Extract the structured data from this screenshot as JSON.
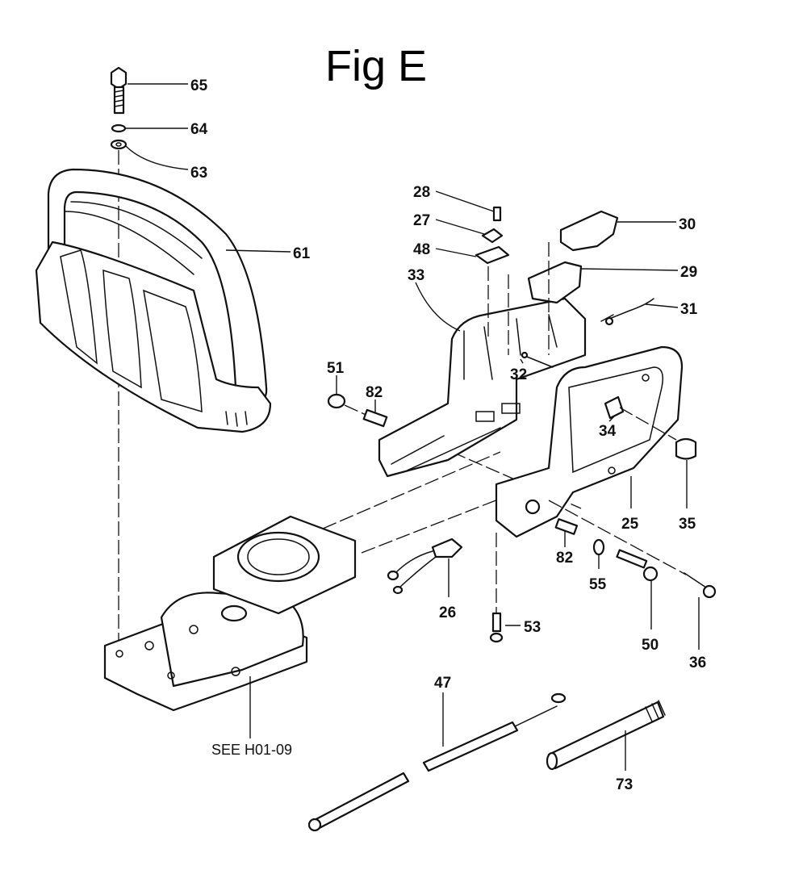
{
  "figure": {
    "title": "Fig E",
    "reference_note": "SEE H01-09"
  },
  "callouts": [
    "65",
    "64",
    "63",
    "61",
    "28",
    "27",
    "48",
    "33",
    "30",
    "29",
    "31",
    "51",
    "82",
    "32",
    "34",
    "25",
    "35",
    "82",
    "55",
    "26",
    "53",
    "50",
    "36",
    "47",
    "73"
  ],
  "colors": {
    "ink": "#111111",
    "paper": "#ffffff"
  }
}
